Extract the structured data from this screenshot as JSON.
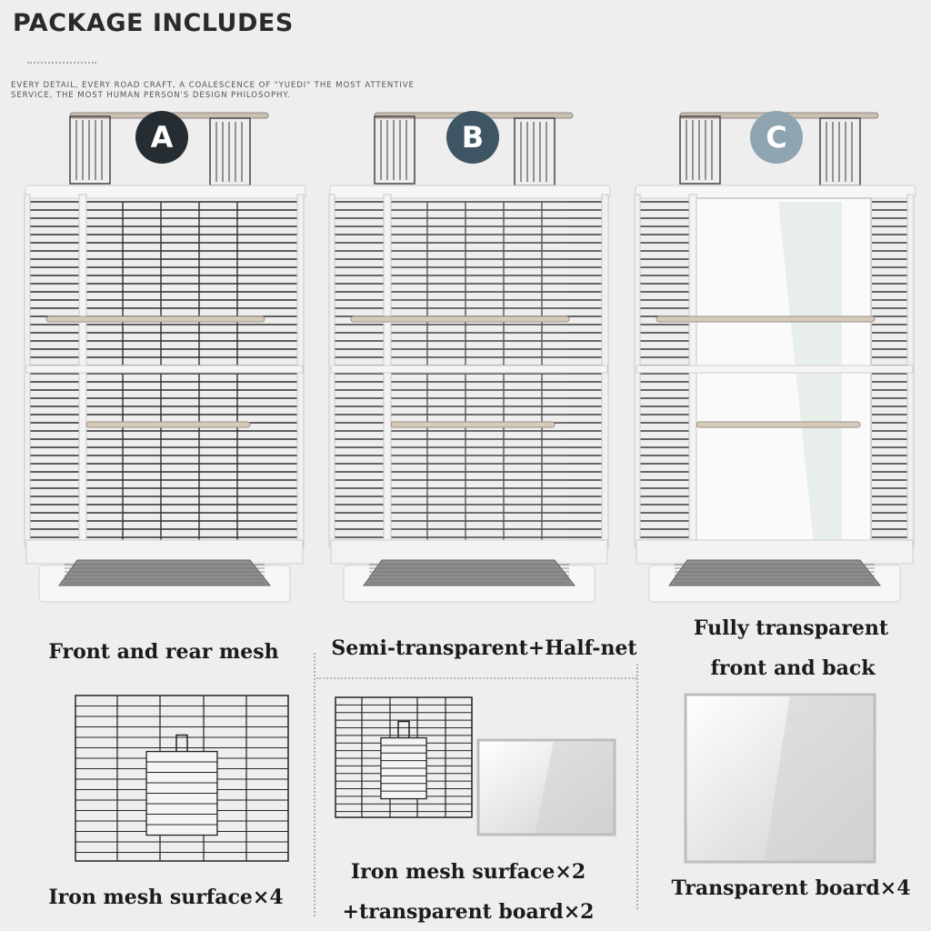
{
  "header": {
    "title": "PACKAGE INCLUDES",
    "tagline_line1": "EVERY DETAIL, EVERY ROAD CRAFT, A COALESCENCE OF \"YUEDI\" THE MOST ATTENTIVE",
    "tagline_line2": "SERVICE, THE MOST HUMAN PERSON'S DESIGN PHILOSOPHY."
  },
  "options": [
    {
      "badge": "A",
      "badge_color": "#262d32",
      "caption": "Front and rear mesh",
      "contents_label": "Iron mesh surface×4"
    },
    {
      "badge": "B",
      "badge_color": "#3e5663",
      "caption": "Semi-transparent+Half-net",
      "contents_label_line1": "Iron mesh surface×2",
      "contents_label_line2": "+transparent board×2"
    },
    {
      "badge": "C",
      "badge_color": "#8ea4b0",
      "caption_line1": "Fully transparent",
      "caption_line2": "front and back",
      "contents_label": "Transparent board×4"
    }
  ]
}
